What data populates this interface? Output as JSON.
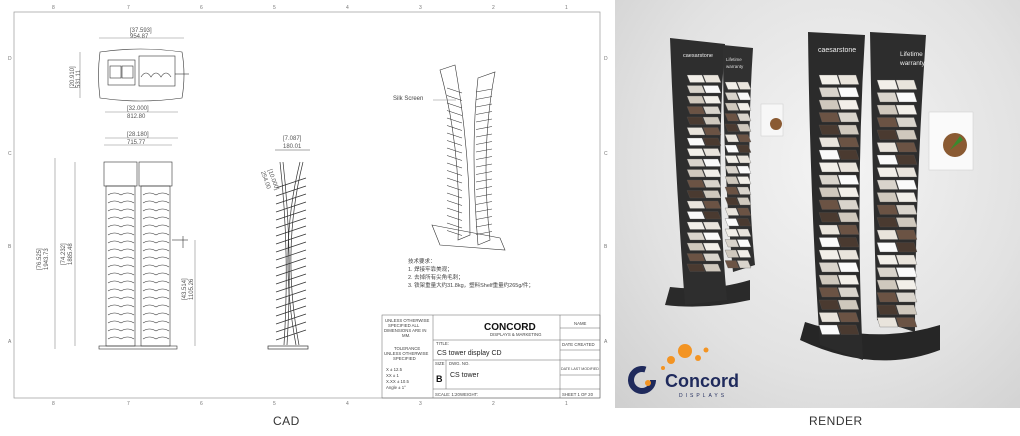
{
  "captions": {
    "cad": "CAD",
    "render": "RENDER"
  },
  "cad": {
    "zones_top": [
      "8",
      "7",
      "6",
      "5",
      "4",
      "3",
      "2",
      "1"
    ],
    "zones_side": [
      "D",
      "C",
      "B",
      "A"
    ],
    "top_view": {
      "width_in": "[37.593]",
      "width_mm": "954.87",
      "depth_in": "[20.910]",
      "depth_mm": "531.11",
      "base_in": "[32.000]",
      "base_mm": "812.80"
    },
    "front_view": {
      "width_in": "[28.180]",
      "width_mm": "715.77",
      "overall_in": "[76.525]",
      "overall_mm": "1943.73",
      "height_in": "[74.232]",
      "height_mm": "1885.48",
      "hook_in": "[43.514]",
      "hook_mm": "1105.26"
    },
    "side_view": {
      "top_in": "[7.087]",
      "top_mm": "180.01",
      "angle_in": "[10.000]",
      "angle_mm": "254.00"
    },
    "iso_label": "Silk Screen",
    "notes": {
      "title": "技术要求：",
      "items": [
        "1.   焊接牢靠美观；",
        "2.   去掉所有尖角毛刺；",
        "3.   铁架重量大约31.8kg，塑料Shelf重量约265g/件；"
      ]
    },
    "title_block": {
      "tolerance_note": [
        "UNLESS OTHERWISE",
        "SPECIFIED ALL",
        "DIMENSIONS ARE IN",
        "MM."
      ],
      "tolerance_title": [
        "TOLERANCE",
        "UNLESS OTHERWISE",
        "SPECIFIED"
      ],
      "tolerances": [
        "X      ± 12.5",
        "XX     ± 1",
        "X.XX   ± 10.5",
        "Angle ± 1°"
      ],
      "company": "CONCORD",
      "company_sub": "DISPLAYS & MARKETING",
      "title_label": "TITLE:",
      "title": "CS tower display CD",
      "size_label": "SIZE",
      "size": "B",
      "dwg_label": "DWG. NO.",
      "dwg_no": "CS tower",
      "scale": "SCALE: 1:20",
      "weight": "WEIGHT:",
      "name": "NAME",
      "date_created": "DATE CREATED",
      "date_modified": "DATE LAST MODIFIED",
      "sheet": "SHEET 1 OF 20"
    }
  },
  "render": {
    "brand_panel": "caesarstone",
    "warranty_left": [
      "Lifetime",
      "warranty"
    ],
    "warranty_right": [
      "Lifetime",
      "warranty"
    ],
    "logo": {
      "name": "Concord",
      "sub": "DISPLAYS"
    },
    "colors": {
      "orange": "#f39423",
      "navy": "#1f2a5c",
      "frame": "#2b2b2b"
    }
  }
}
